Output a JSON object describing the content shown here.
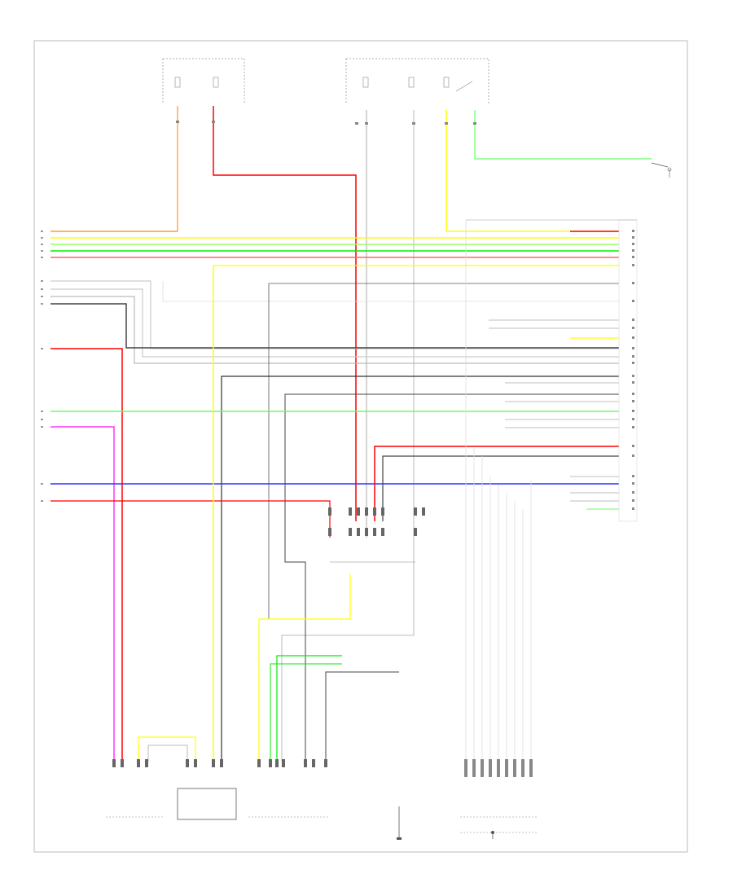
{
  "diagram": {
    "page_code": "",
    "wire_colors": {
      "red": "#ff0000",
      "orange": "#ffaa55",
      "yellow": "#ffff00",
      "green": "#00ee00",
      "light_green": "#66ff66",
      "pink": "#ff33ff",
      "blue": "#3333ff",
      "black": "#333333",
      "gray": "#aaaaaa",
      "light_gray": "#dddddd"
    },
    "top_fuses": [
      {
        "id": "fuse-1",
        "label": ""
      },
      {
        "id": "fuse-2",
        "label": ""
      },
      {
        "id": "fuse-3",
        "label": ""
      },
      {
        "id": "fuse-4",
        "label": ""
      }
    ],
    "components": {
      "tcm": {
        "label": ""
      },
      "combination_switch": {
        "label": ""
      },
      "selector_lever": {
        "label": ""
      },
      "connector_right": {
        "label": ""
      },
      "ground_left": {
        "label": ""
      },
      "ground_right": {
        "label": ""
      }
    }
  }
}
